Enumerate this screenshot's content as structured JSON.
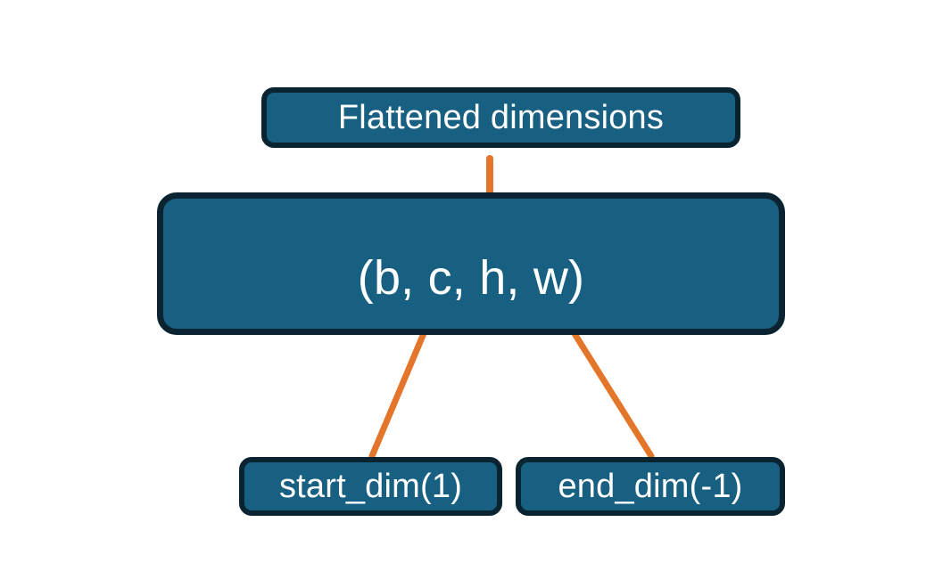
{
  "diagram": {
    "title_node": {
      "label": "Flattened dimensions",
      "name": "flattened-dimensions-box"
    },
    "shape_node": {
      "label": "(b, c, h, w)",
      "name": "shape-tuple-box"
    },
    "param_nodes": [
      {
        "label": "start_dim(1)",
        "name": "start-dim-box"
      },
      {
        "label": "end_dim(-1)",
        "name": "end-dim-box"
      }
    ],
    "connectors": [
      {
        "name": "flatten-span-brace",
        "kind": "curly-brace",
        "meaning": "brace spanning c,h,w pointing up to Flattened dimensions"
      },
      {
        "name": "start-dim-arrow",
        "kind": "arrow",
        "meaning": "start_dim(1) points to c in the tuple"
      },
      {
        "name": "end-dim-arrow",
        "kind": "arrow",
        "meaning": "end_dim(-1) points to w in the tuple"
      }
    ],
    "colors": {
      "box_fill": "#176082",
      "box_border": "#0a2331",
      "text": "#ffffff",
      "accent": "#e3762a",
      "background": "#ffffff"
    }
  }
}
